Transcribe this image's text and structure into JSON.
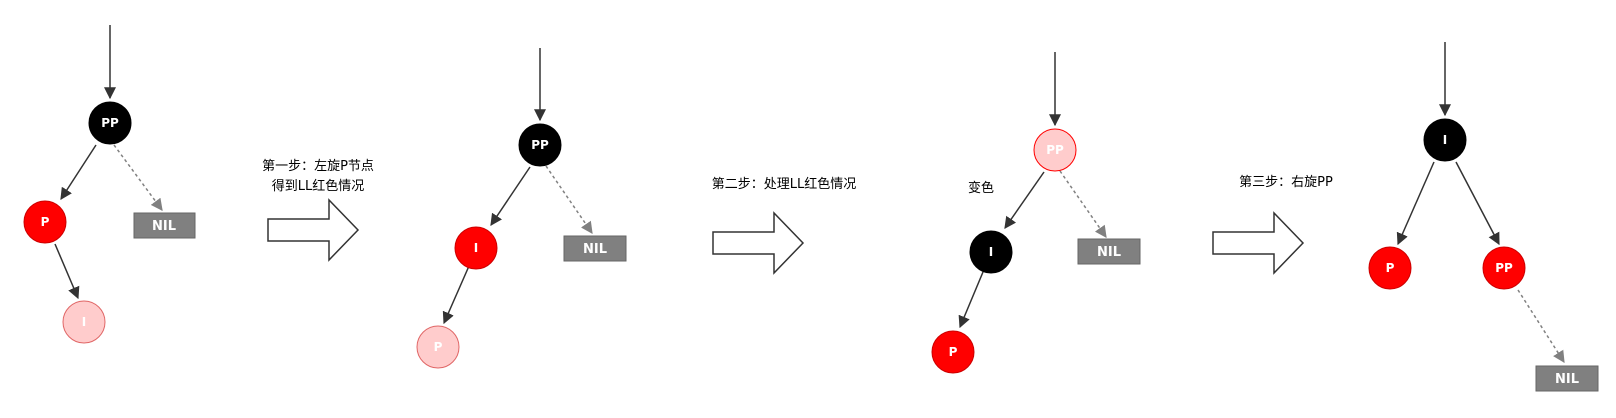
{
  "diagram": {
    "colors": {
      "black_node": "#000000",
      "red_node": "#ff0000",
      "pink_node": "#ffcccc",
      "pink_stroke": "#e06666",
      "red_stroke": "#cc0000",
      "nil_fill": "#808080",
      "nil_stroke": "#666666",
      "edge": "#333333",
      "dashed_edge": "#808080"
    },
    "trees": [
      {
        "nodes": {
          "pp": "PP",
          "p": "P",
          "i": "I",
          "nil": "NIL"
        }
      },
      {
        "nodes": {
          "pp": "PP",
          "i": "I",
          "p": "P",
          "nil": "NIL"
        }
      },
      {
        "nodes": {
          "pp": "PP",
          "i": "I",
          "p": "P",
          "nil": "NIL"
        },
        "note": "变色"
      },
      {
        "nodes": {
          "i": "I",
          "p": "P",
          "pp": "PP",
          "nil": "NIL"
        }
      }
    ],
    "steps": [
      {
        "line1": "第一步：左旋P节点",
        "line2": "得到LL红色情况"
      },
      {
        "line1": "第二步：处理LL红色情况"
      },
      {
        "line1": "第三步：右旋PP"
      }
    ]
  }
}
